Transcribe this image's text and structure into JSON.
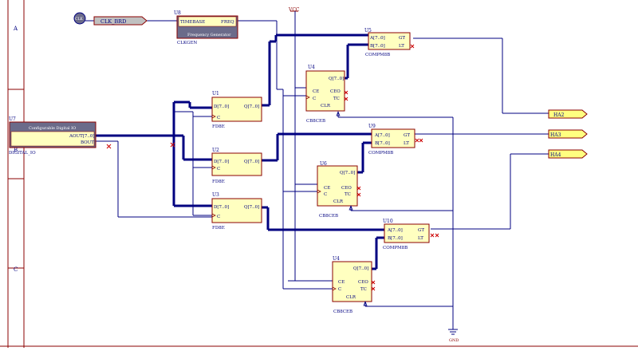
{
  "sheet": {
    "zones": {
      "a": "A",
      "b": "B",
      "c": "C"
    },
    "power": {
      "vcc": "VCC",
      "gnd": "GND"
    }
  },
  "clk_port": {
    "label": "CLK_BRD",
    "symbol": "CLK"
  },
  "u8": {
    "designator": "U8",
    "pin_in": "TIMEBASE",
    "pin_out": "FREQ",
    "caption": "Frequency Generator",
    "type": "CLKGEN"
  },
  "u7": {
    "designator": "U7",
    "caption": "Configurable Digital IO",
    "pin_aout": "AOUT[7..0]",
    "pin_bout": "BOUT",
    "type": "DIGITAL_IO"
  },
  "registers": [
    {
      "designator": "U1",
      "d": "D[7..0]",
      "q": "Q[7..0]",
      "c": "C",
      "type": "FD8E"
    },
    {
      "designator": "U2",
      "d": "D[7..0]",
      "q": "Q[7..0]",
      "c": "C",
      "type": "FD8E"
    },
    {
      "designator": "U3",
      "d": "D[7..0]",
      "q": "Q[7..0]",
      "c": "C",
      "type": "FD8E"
    }
  ],
  "counters": [
    {
      "designator": "U4",
      "q": "Q[7..0]",
      "ce": "CE",
      "c": "C",
      "clr": "CLR",
      "ceo": "CEO",
      "tc": "TC",
      "type": "CB8CEB"
    },
    {
      "designator": "U6",
      "q": "Q[7..0]",
      "ce": "CE",
      "c": "C",
      "clr": "CLR",
      "ceo": "CEO",
      "tc": "TC",
      "type": "CB8CEB"
    },
    {
      "designator": "U4",
      "q": "Q[7..0]",
      "ce": "CE",
      "c": "C",
      "clr": "CLR",
      "ceo": "CEO",
      "tc": "TC",
      "type": "CB8CEB"
    }
  ],
  "comparators": [
    {
      "designator": "U5",
      "a": "A[7..0]",
      "b": "B[7..0]",
      "gt": "GT",
      "lt": "LT",
      "type": "COMPM8B"
    },
    {
      "designator": "U9",
      "a": "A[7..0]",
      "b": "B[7..0]",
      "gt": "GT",
      "lt": "LT",
      "type": "COMPM8B"
    },
    {
      "designator": "U10",
      "a": "A[7..0]",
      "b": "B[7..0]",
      "gt": "GT",
      "lt": "LT",
      "type": "COMPM8B"
    }
  ],
  "net_ports": [
    "HA2",
    "HA3",
    "HA4"
  ],
  "colors": {
    "component_fill": "#ffffc0",
    "component_border": "#8b0000",
    "header_fill": "#6b6b8a",
    "wire": "#000080",
    "bus": "#000080",
    "power": "#8b0000",
    "no_connect": "#cc0000",
    "text": "#000080",
    "sheet_border": "#8b0000",
    "port_fill": "#ffff80"
  },
  "icons": {
    "clk_port": "clock-icon",
    "no_connect": "no-connect-icon",
    "gnd": "ground-icon",
    "net_port": "port-arrow-icon"
  }
}
